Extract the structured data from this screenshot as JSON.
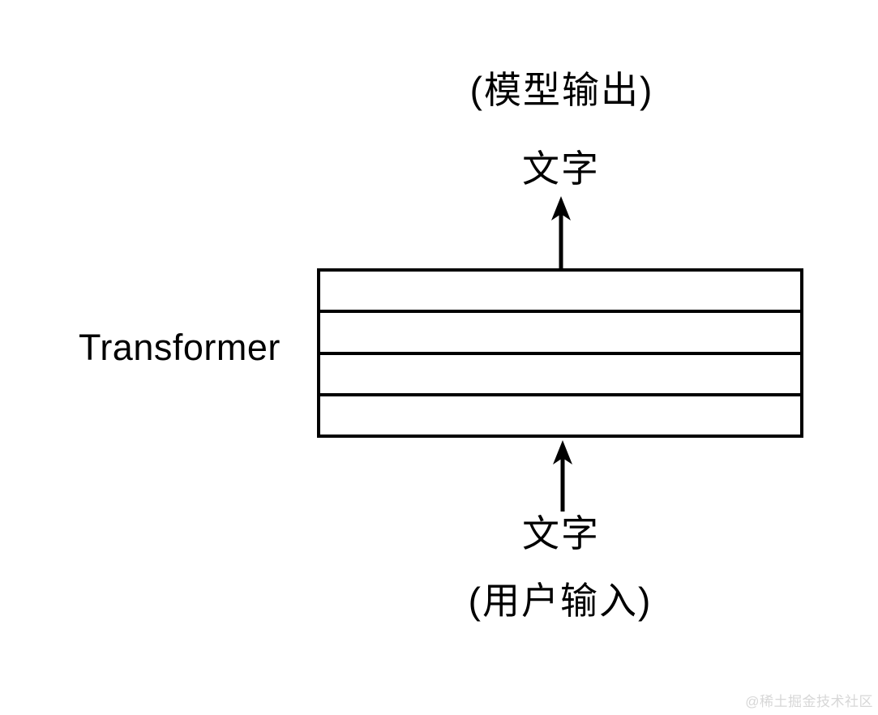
{
  "diagram": {
    "output_annotation": "(模型输出)",
    "output_text": "文字",
    "transformer_label": "Transformer",
    "input_text": "文字",
    "input_annotation": "(用户输入)",
    "layer_count": 4
  },
  "watermark": {
    "text": "@稀土掘金技术社区"
  },
  "colors": {
    "line": "#000000",
    "background": "#ffffff",
    "watermark": "#d7d7d7"
  }
}
